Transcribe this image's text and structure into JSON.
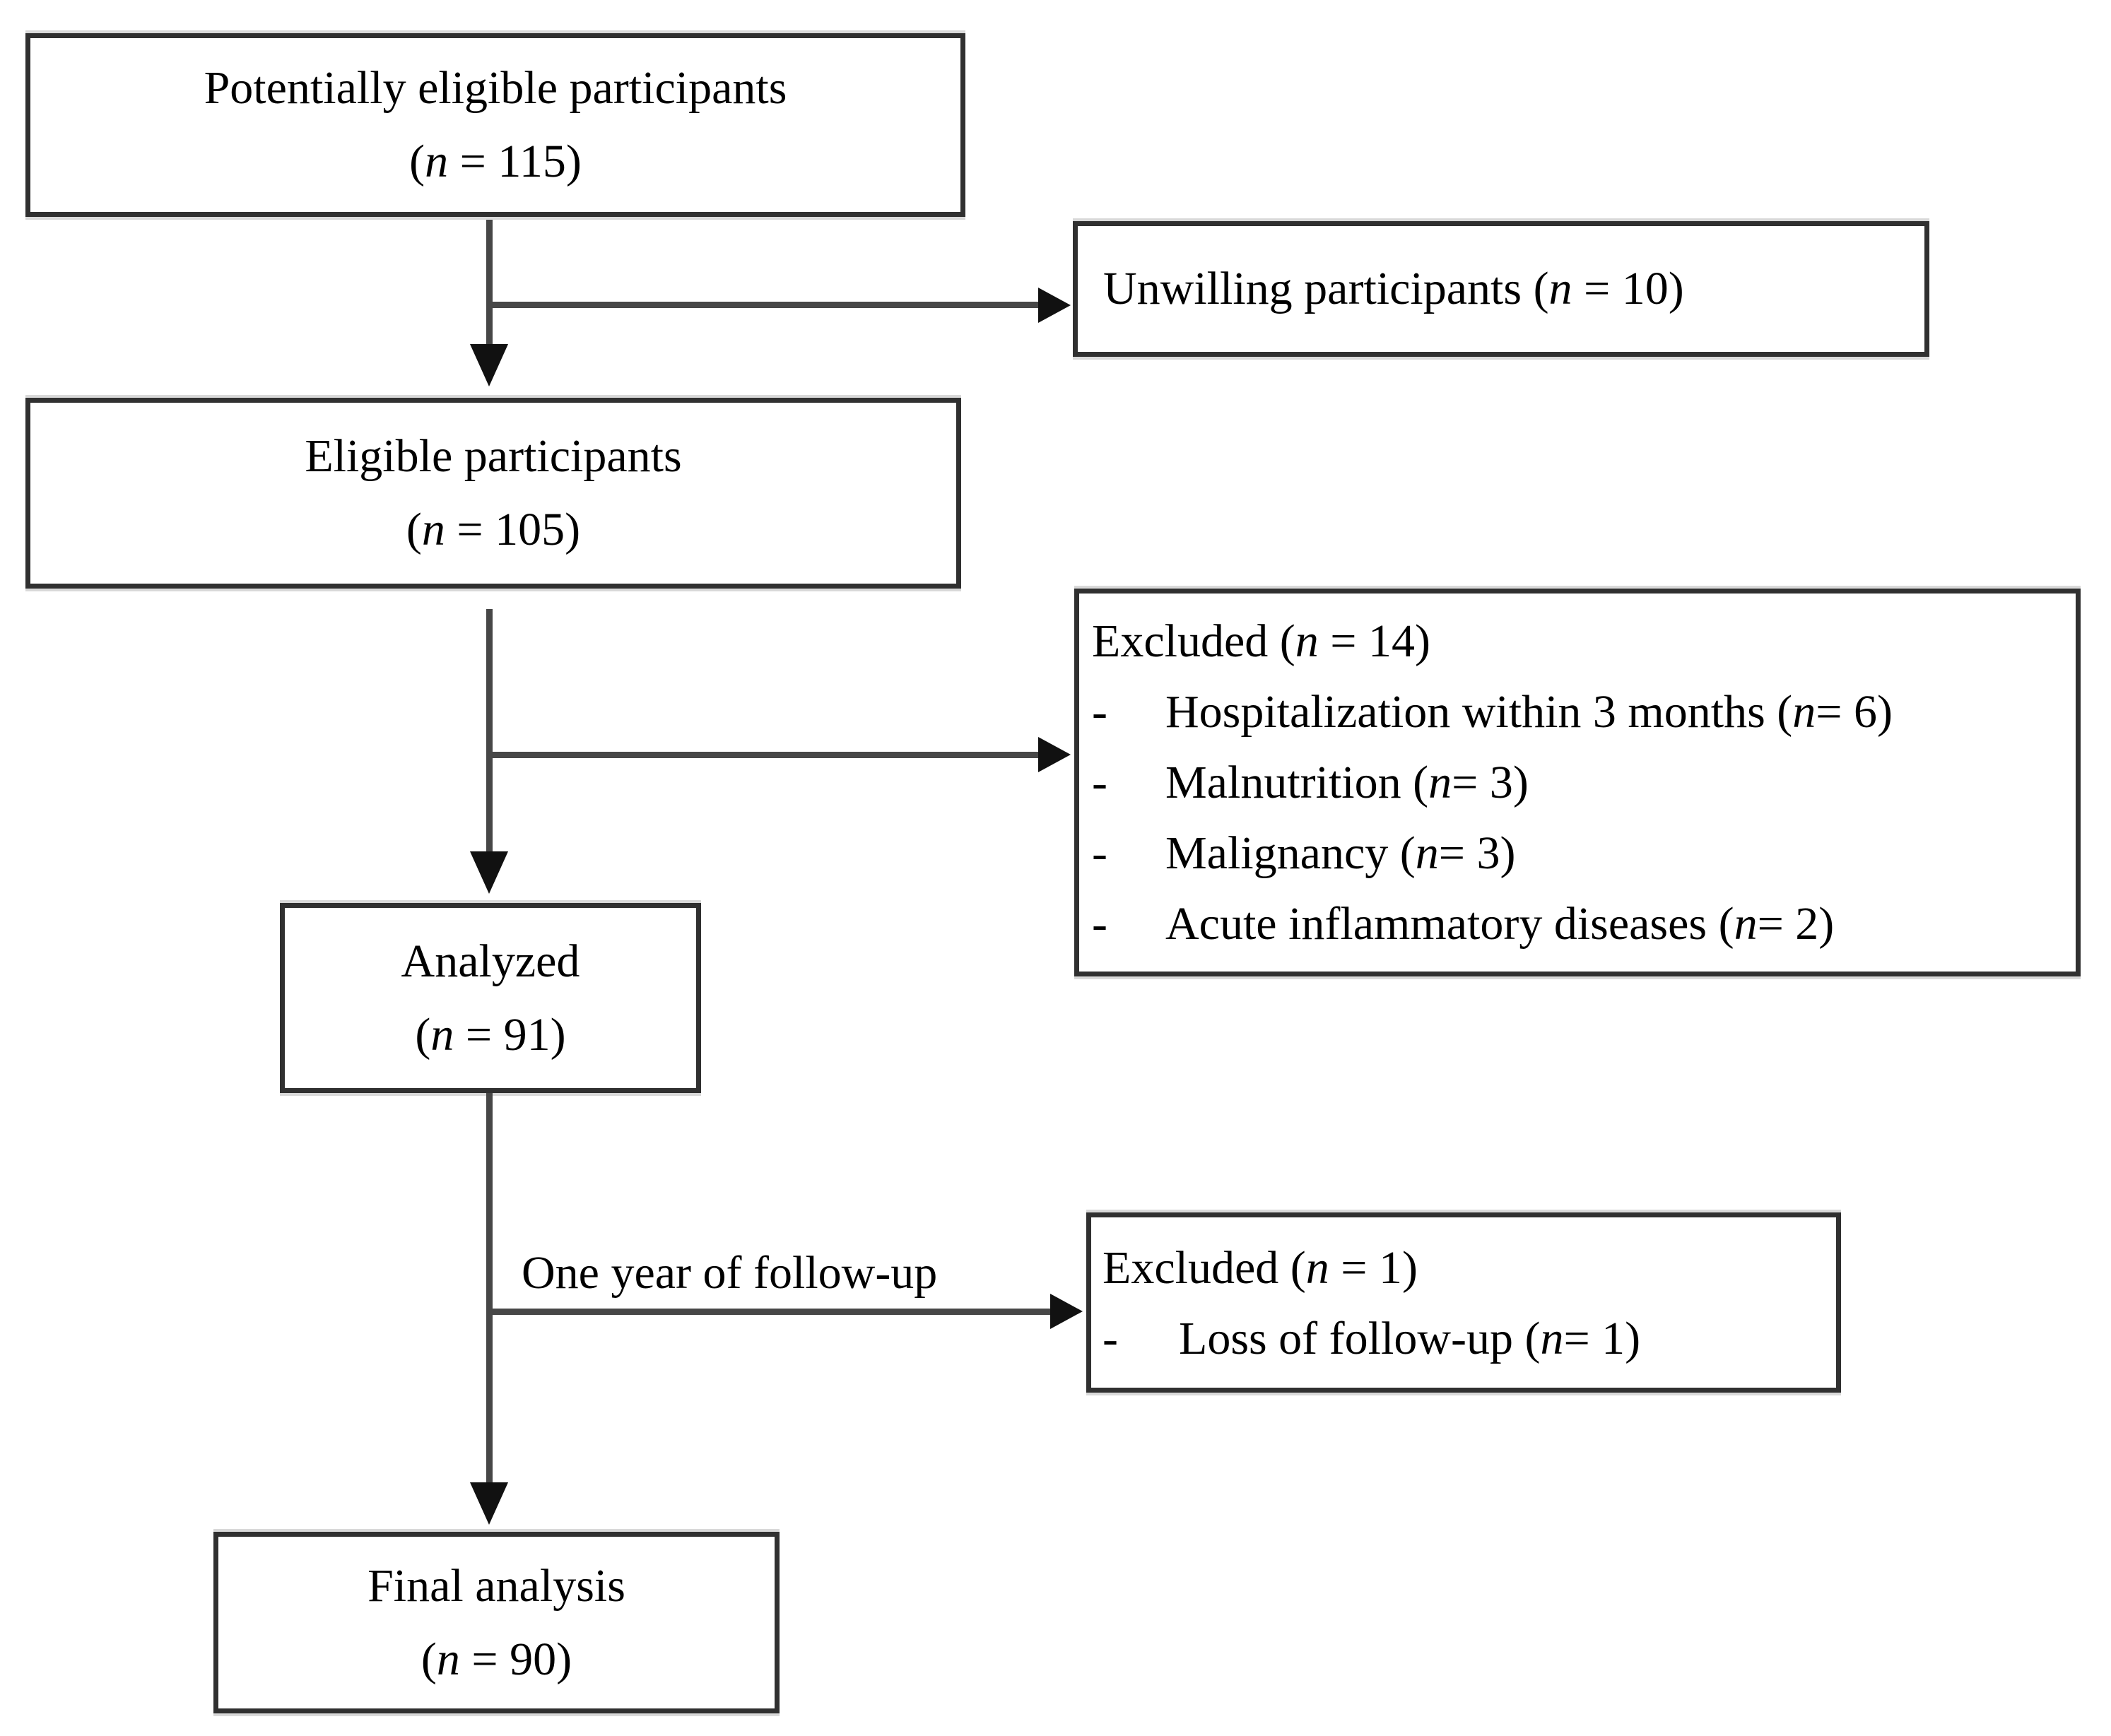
{
  "colors": {
    "background": "#ffffff",
    "text": "#000000",
    "border": "#303030",
    "line": "#474747",
    "arrowhead": "#111111"
  },
  "boxes": {
    "potentially_eligible": {
      "title": "Potentially eligible participants",
      "count": {
        "pre": "(",
        "n": "n",
        "post": " = 115)"
      }
    },
    "unwilling": {
      "line": {
        "pre": "Unwilling participants (",
        "n": "n",
        "post": " = 10)"
      }
    },
    "eligible": {
      "title": "Eligible participants",
      "count": {
        "pre": "(",
        "n": "n",
        "post": " = 105)"
      }
    },
    "excluded_baseline": {
      "header": {
        "pre": "Excluded (",
        "n": "n",
        "post": " = 14)"
      },
      "items": [
        {
          "bullet": "-",
          "pre": "Hospitalization within 3 months (",
          "n": "n",
          "post": " = 6)"
        },
        {
          "bullet": "-",
          "pre": "Malnutrition (",
          "n": "n",
          "post": " = 3)"
        },
        {
          "bullet": "-",
          "pre": "Malignancy (",
          "n": "n",
          "post": " = 3)"
        },
        {
          "bullet": "-",
          "pre": "Acute inflammatory diseases (",
          "n": "n",
          "post": " = 2)"
        }
      ]
    },
    "analyzed": {
      "title": "Analyzed",
      "count": {
        "pre": "(",
        "n": "n",
        "post": " = 91)"
      }
    },
    "excluded_followup": {
      "header": {
        "pre": "Excluded (",
        "n": "n",
        "post": " = 1)"
      },
      "items": [
        {
          "bullet": "-",
          "pre": "Loss of follow-up (",
          "n": "n",
          "post": " = 1)"
        }
      ]
    },
    "final_analysis": {
      "title": "Final analysis",
      "count": {
        "pre": "(",
        "n": "n",
        "post": " = 90)"
      }
    }
  },
  "labels": {
    "follow_up_arrow": "One year of follow-up"
  }
}
